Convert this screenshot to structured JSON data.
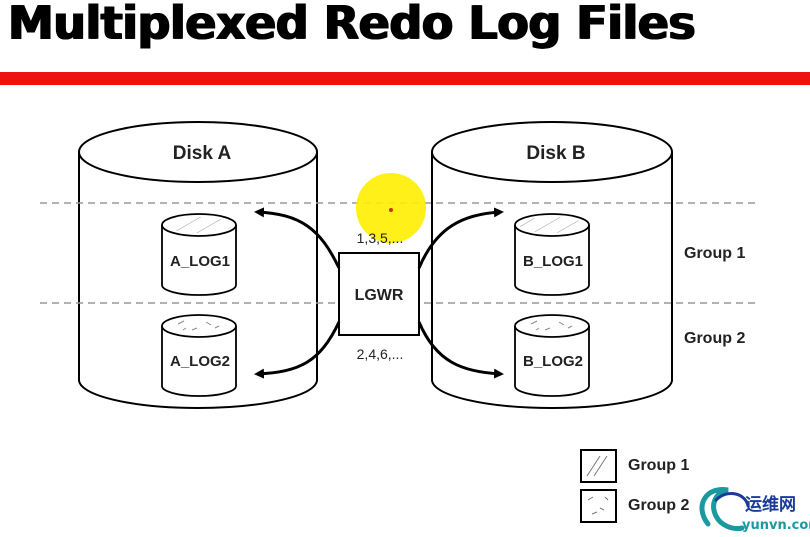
{
  "title": "Multiplexed Redo Log Files",
  "disks": [
    {
      "label": "Disk A"
    },
    {
      "label": "Disk B"
    }
  ],
  "log_members": [
    {
      "label": "A_LOG1"
    },
    {
      "label": "A_LOG2"
    },
    {
      "label": "B_LOG1"
    },
    {
      "label": "B_LOG2"
    }
  ],
  "writer": {
    "label": "LGWR"
  },
  "sequences": {
    "group1": "1,3,5,...",
    "group2": "2,4,6,..."
  },
  "group_labels": [
    "Group 1",
    "Group 2"
  ],
  "legend": [
    {
      "label": "Group 1"
    },
    {
      "label": "Group 2"
    }
  ],
  "watermark": {
    "cn": "运维网",
    "url": "yunvn.com"
  },
  "colors": {
    "title_bar": "#ee1111",
    "highlight": "#ffee00",
    "watermark_teal": "#1a9aa0",
    "watermark_blue": "#1a3b9a"
  }
}
